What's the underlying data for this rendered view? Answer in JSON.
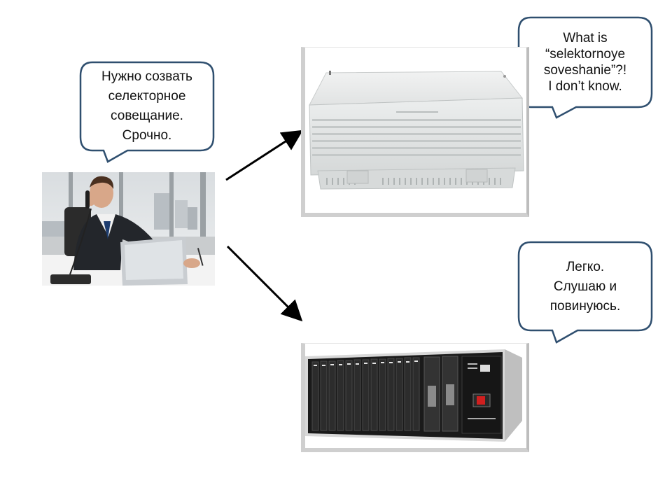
{
  "boss_bubble": {
    "lines": [
      "Нужно созвать",
      "селекторное",
      "совещание.",
      "Срочно."
    ]
  },
  "pbx_bubble": {
    "lines": [
      "What is",
      "“selektornoye",
      "soveshanie”?!",
      "I don’t know."
    ]
  },
  "rack_bubble": {
    "lines": [
      "Легко.",
      "Слушаю и",
      "повинуюсь."
    ]
  },
  "colors": {
    "bubble_border": "#2f4f6f",
    "arrow": "#000000",
    "frame": "#cfcfcf"
  },
  "icons": {
    "man": "man-on-phone-photo",
    "pbx": "office-pbx-photo",
    "rack": "rack-pbx-photo"
  }
}
